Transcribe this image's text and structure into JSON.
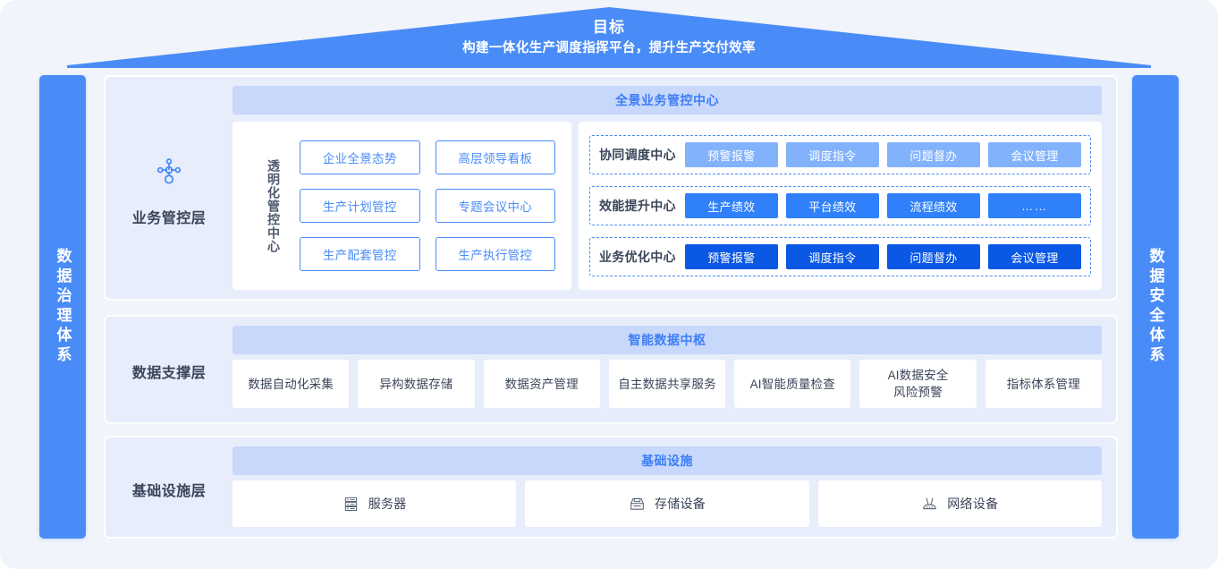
{
  "goal": {
    "title": "目标",
    "subtitle": "构建一体化生产调度指挥平台，提升生产交付效率"
  },
  "side_bars": {
    "left": "数据治理体系",
    "right": "数据安全体系"
  },
  "colors": {
    "page_bg": "#f1f4fb",
    "brand": "#4a8cf7",
    "layer_bg": "#e7edfb",
    "ribbon_bg": "#c7d8fb",
    "ribbon_text": "#3d7ef5",
    "chip_light": "#83b2fc",
    "chip_mid": "#2f80fa",
    "chip_dark": "#0a58e4",
    "tile_bg": "#ffffff",
    "text_dark": "#3b4559"
  },
  "layers": {
    "business": {
      "label": "业务管控层",
      "icon": "node-network-icon",
      "ribbon": "全景业务管控中心",
      "left_panel": {
        "title": "透明化管控中心",
        "buttons": [
          "企业全景态势",
          "高层领导看板",
          "生产计划管控",
          "专题会议中心",
          "生产配套管控",
          "生产执行管控"
        ]
      },
      "right_panel": {
        "rows": [
          {
            "title": "协同调度中心",
            "tone": "tone-light",
            "chips": [
              "预警报警",
              "调度指令",
              "问题督办",
              "会议管理"
            ]
          },
          {
            "title": "效能提升中心",
            "tone": "tone-mid",
            "chips": [
              "生产绩效",
              "平台绩效",
              "流程绩效",
              "……"
            ]
          },
          {
            "title": "业务优化中心",
            "tone": "tone-dark",
            "chips": [
              "预警报警",
              "调度指令",
              "问题督办",
              "会议管理"
            ]
          }
        ]
      }
    },
    "data": {
      "label": "数据支撑层",
      "ribbon": "智能数据中枢",
      "tiles": [
        "数据自动化采集",
        "异构数据存储",
        "数据资产管理",
        "自主数据共享服务",
        "AI智能质量检查",
        "AI数据安全\n风险预警",
        "指标体系管理"
      ]
    },
    "infra": {
      "label": "基础设施层",
      "ribbon": "基础设施",
      "tiles": [
        {
          "label": "服务器",
          "icon": "server-icon"
        },
        {
          "label": "存储设备",
          "icon": "storage-icon"
        },
        {
          "label": "网络设备",
          "icon": "router-icon"
        }
      ]
    }
  }
}
